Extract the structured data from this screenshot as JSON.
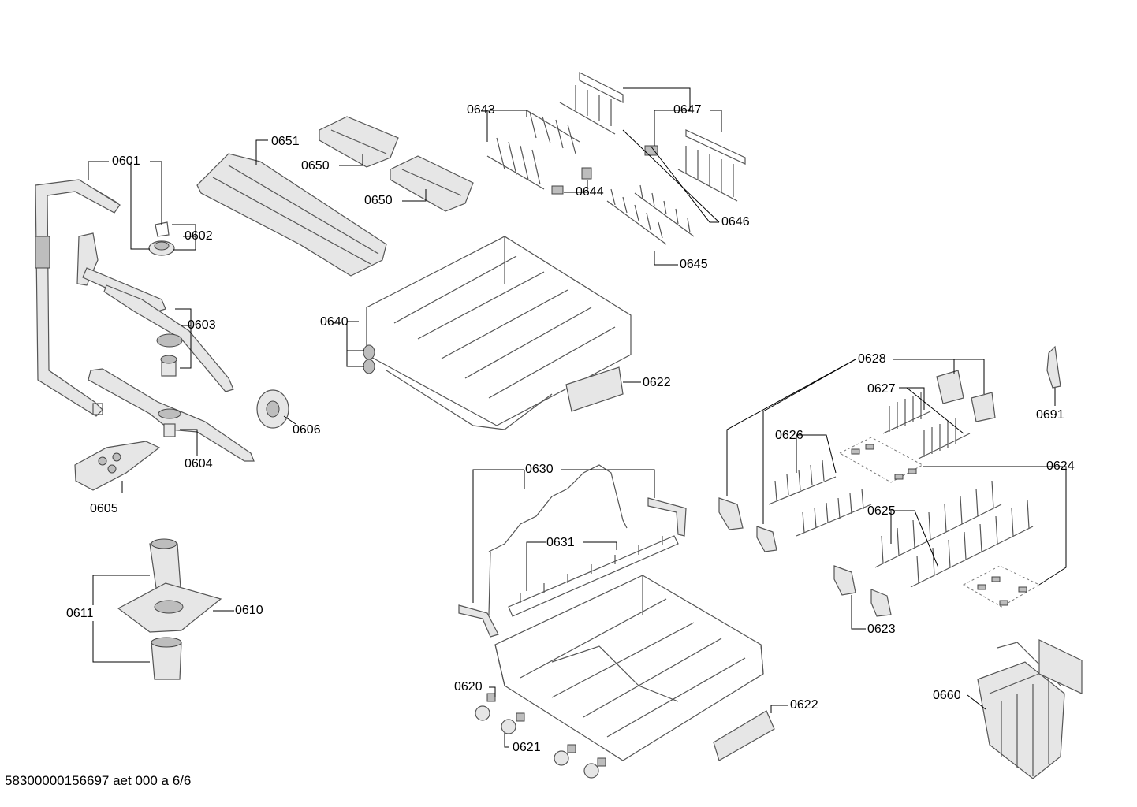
{
  "labels": {
    "p0601": "0601",
    "p0602": "0602",
    "p0603": "0603",
    "p0604": "0604",
    "p0605": "0605",
    "p0606": "0606",
    "p0610": "0610",
    "p0611": "0611",
    "p0620": "0620",
    "p0621": "0621",
    "p0622a": "0622",
    "p0622b": "0622",
    "p0623": "0623",
    "p0624": "0624",
    "p0625": "0625",
    "p0626": "0626",
    "p0627": "0627",
    "p0628": "0628",
    "p0630": "0630",
    "p0631": "0631",
    "p0640": "0640",
    "p0643": "0643",
    "p0644": "0644",
    "p0645": "0645",
    "p0646": "0646",
    "p0647": "0647",
    "p0650a": "0650",
    "p0650b": "0650",
    "p0651": "0651",
    "p0660": "0660",
    "p0691": "0691"
  },
  "footer": "58300000156697 aet 000 a 6/6"
}
